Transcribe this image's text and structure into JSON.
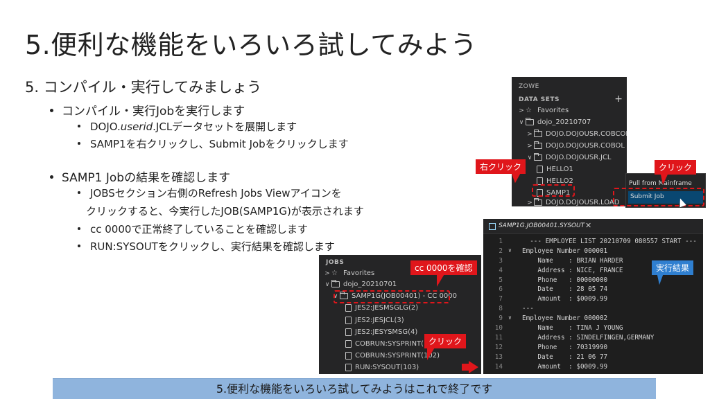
{
  "title": "5.便利な機能をいろいろ試してみよう",
  "bullets": {
    "l1": "5.  コンパイル・実行してみましょう",
    "l2a": "コンパイル・実行Jobを実行します",
    "l3a_pre": "DOJO.",
    "l3a_em": "userid",
    "l3a_post": ".JCLデータセットを展開します",
    "l3b": "SAMP1を右クリックし、Submit Jobをクリックします",
    "l2b": "SAMP1 Jobの結果を確認します",
    "l3c_1": "JOBSセクション右側のRefresh Jobs Viewアイコンを",
    "l3c_2": "クリックすると、今実行したJOB(SAMP1G)が表示されます",
    "l3d": "cc 0000で正常終了していることを確認します",
    "l3e": "RUN:SYSOUTをクリックし、実行結果を確認します"
  },
  "datasets": {
    "header": "ZOWE",
    "section": "DATA SETS",
    "items": [
      "Favorites",
      "dojo_20210707",
      "DOJO.DOJOUSR.COBCOPY",
      "DOJO.DOJOUSR.COBOL",
      "DOJO.DOJOUSR.JCL",
      "HELLO1",
      "HELLO2",
      "SAMP1",
      "DOJO.DOJOUSR.LOAD"
    ]
  },
  "context_menu": {
    "item1": "Pull from Mainframe",
    "item2": "Submit Job"
  },
  "jobs": {
    "section": "JOBS",
    "items": [
      "Favorites",
      "dojo_20210701",
      "SAMP1G(JOB00401) - CC 0000",
      "JES2:JESMSGLG(2)",
      "JES2:JESJCL(3)",
      "JES2:JESYSMSG(4)",
      "COBRUN:SYSPRINT(10",
      "COBRUN:SYSPRINT(102)",
      "RUN:SYSOUT(103)"
    ]
  },
  "editor": {
    "tab": "SAMP1G.JOB00401.SYSOUT",
    "close": "✕",
    "lines": [
      {
        "n": "1",
        "f": "",
        "t": "  --- EMPLOYEE LIST 20210709 080557 START ---"
      },
      {
        "n": "2",
        "f": "∨",
        "t": "Employee Number 000001"
      },
      {
        "n": "3",
        "f": "",
        "t": "    Name    : BRIAN HARDER"
      },
      {
        "n": "4",
        "f": "",
        "t": "    Address : NICE, FRANCE"
      },
      {
        "n": "5",
        "f": "",
        "t": "    Phone   : 00000000"
      },
      {
        "n": "6",
        "f": "",
        "t": "    Date    : 28 05 74"
      },
      {
        "n": "7",
        "f": "",
        "t": "    Amount  : $0009.99"
      },
      {
        "n": "8",
        "f": "",
        "t": "---"
      },
      {
        "n": "9",
        "f": "∨",
        "t": "Employee Number 000002"
      },
      {
        "n": "10",
        "f": "",
        "t": "    Name    : TINA J YOUNG"
      },
      {
        "n": "11",
        "f": "",
        "t": "    Address : SINDELFINGEN,GERMANY"
      },
      {
        "n": "12",
        "f": "",
        "t": "    Phone   : 70319990"
      },
      {
        "n": "13",
        "f": "",
        "t": "    Date    : 21 06 77"
      },
      {
        "n": "14",
        "f": "",
        "t": "    Amount  : $0009.99"
      }
    ]
  },
  "callouts": {
    "right_click": "右クリック",
    "click1": "クリック",
    "cc_check": "cc 0000を確認",
    "result": "実行結果",
    "click2": "クリック"
  },
  "footer": "5.便利な機能をいろいろ試してみようはこれで終了です",
  "colors": {
    "callout_red": "#e0161b",
    "callout_blue": "#2f7fd0",
    "banner": "#8fb4dd"
  }
}
